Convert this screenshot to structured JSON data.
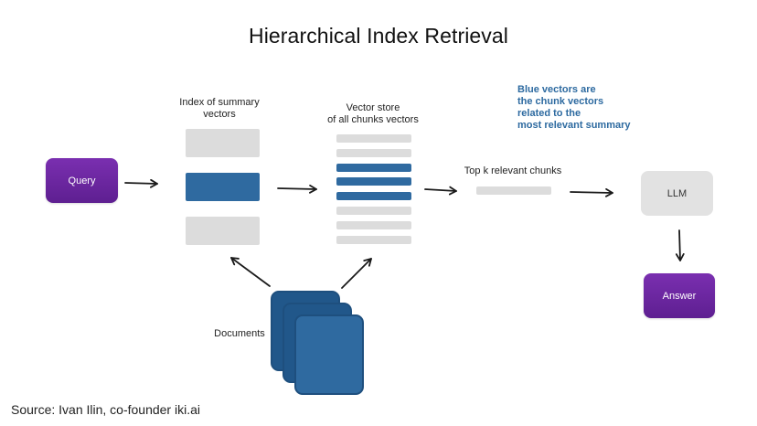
{
  "title": "Hierarchical Index Retrieval",
  "labels": {
    "summary_index": "Index of summary\nvectors",
    "vector_store": "Vector store\nof all chunks vectors",
    "top_k": "Top k relevant chunks",
    "documents": "Documents",
    "note": "Blue vectors are\nthe chunk vectors\nrelated to the\nmost relevant summary"
  },
  "nodes": {
    "query": "Query",
    "llm": "LLM",
    "answer": "Answer"
  },
  "summary_bars": [
    "gray",
    "blue",
    "gray"
  ],
  "chunk_bars": [
    "gray",
    "gray",
    "blue",
    "blue",
    "blue",
    "gray",
    "gray",
    "gray"
  ],
  "colors": {
    "accent_purple": "#6a24a0",
    "vector_blue": "#2f6aa0",
    "vector_gray": "#dcdcdc",
    "note_blue": "#2d6aa0"
  },
  "source": "Source: Ivan Ilin, co-founder iki.ai"
}
